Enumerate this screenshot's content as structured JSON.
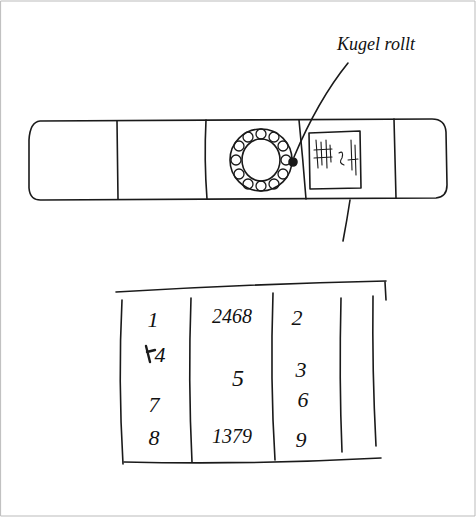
{
  "diagram": {
    "labels": [
      "Kugel rollt",
      "1",
      "2468",
      "2",
      "4",
      "5",
      "3",
      "6",
      "7",
      "1379",
      "8",
      "9"
    ]
  }
}
